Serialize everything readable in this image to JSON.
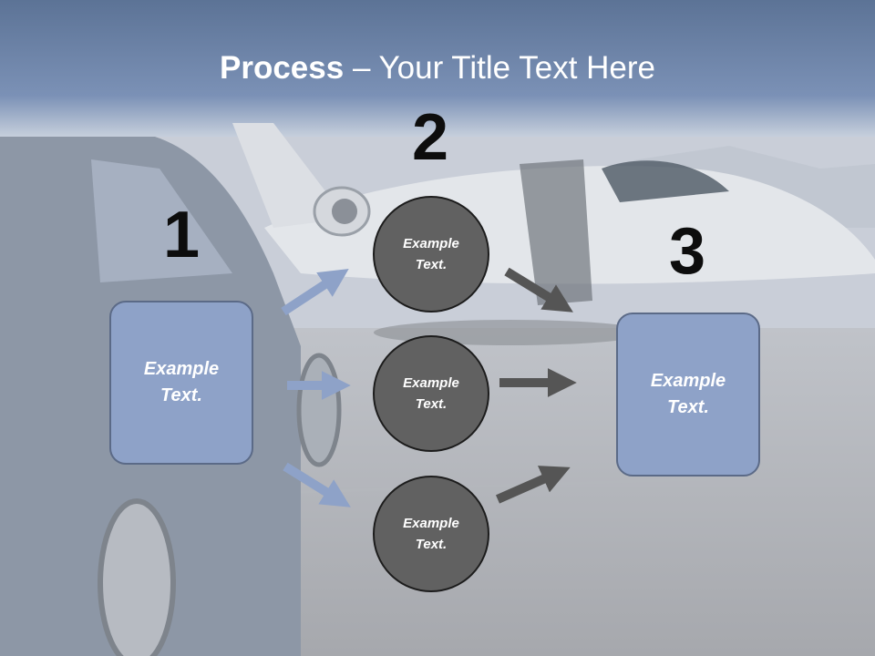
{
  "title": {
    "bold": "Process",
    "rest": " – Your Title Text Here"
  },
  "steps": [
    {
      "number": "1"
    },
    {
      "number": "2"
    },
    {
      "number": "3"
    }
  ],
  "left_box": {
    "text": "Example\nText."
  },
  "right_box": {
    "text": "Example\nText."
  },
  "circles": [
    {
      "text": "Example\nText."
    },
    {
      "text": "Example\nText."
    },
    {
      "text": "Example\nText."
    }
  ],
  "colors": {
    "box_fill": "#8ea2c8",
    "circle_fill": "#616161",
    "arrow_blue": "#8ea2c8",
    "arrow_gray": "#555555",
    "header": "#6a82a8"
  }
}
